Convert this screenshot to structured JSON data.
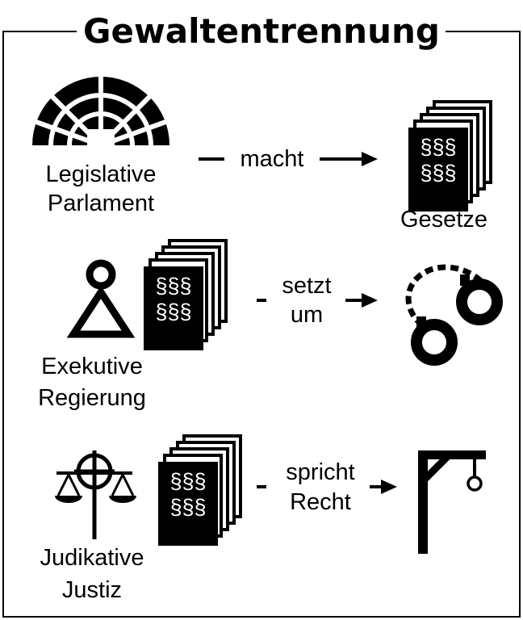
{
  "title": "Gewaltentrennung",
  "rows": [
    {
      "branch": "Legislative",
      "institution": "Parlament",
      "action": [
        "macht"
      ],
      "result": "Gesetze",
      "book_text": "§§§"
    },
    {
      "branch": "Exekutive",
      "institution": "Regierung",
      "action": [
        "setzt",
        "um"
      ],
      "book_text": "§§§"
    },
    {
      "branch": "Judikative",
      "institution": "Justiz",
      "action": [
        "spricht",
        "Recht"
      ],
      "book_text": "§§§"
    }
  ],
  "icons": {
    "legislative": "parliament-icon",
    "executive": "person-icon",
    "judicative": "scales-icon",
    "law": "law-books-icon",
    "enforce": "handcuffs-icon",
    "judge": "gallows-icon"
  },
  "colors": {
    "ink": "#000000",
    "paper": "#ffffff"
  }
}
